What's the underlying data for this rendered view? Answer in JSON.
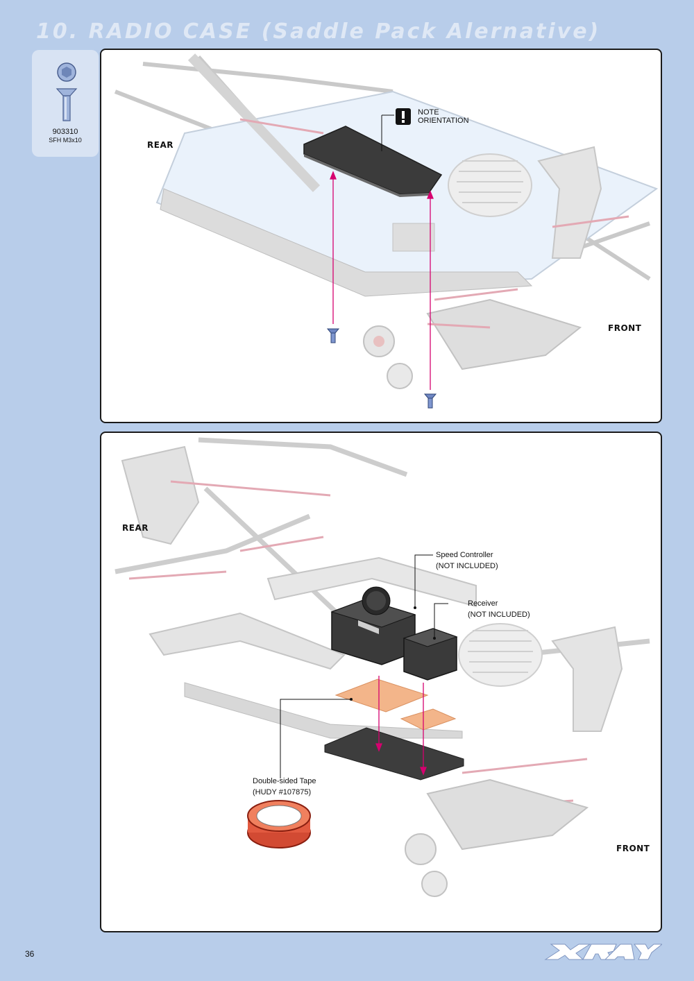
{
  "header": {
    "title": "10. RADIO CASE (Saddle Pack Alernative)"
  },
  "parts": {
    "part_number": "903310",
    "part_desc": "SFH M3x10"
  },
  "step1": {
    "note_line1": "NOTE",
    "note_line2": "ORIENTATION",
    "note_icon": "!",
    "rear": "REAR",
    "front": "FRONT"
  },
  "step2": {
    "rear": "REAR",
    "front": "FRONT",
    "speed_controller": "Speed Controller",
    "speed_controller_note": "(NOT INCLUDED)",
    "receiver": "Receiver",
    "receiver_note": "(NOT INCLUDED)",
    "tape": "Double-sided Tape",
    "tape_note": "(HUDY #107875)"
  },
  "footer": {
    "page_number": "36",
    "brand": "XRAY"
  },
  "colors": {
    "background": "#b8cdea",
    "accent": "#e0007a",
    "tape": "#f3b58a"
  }
}
